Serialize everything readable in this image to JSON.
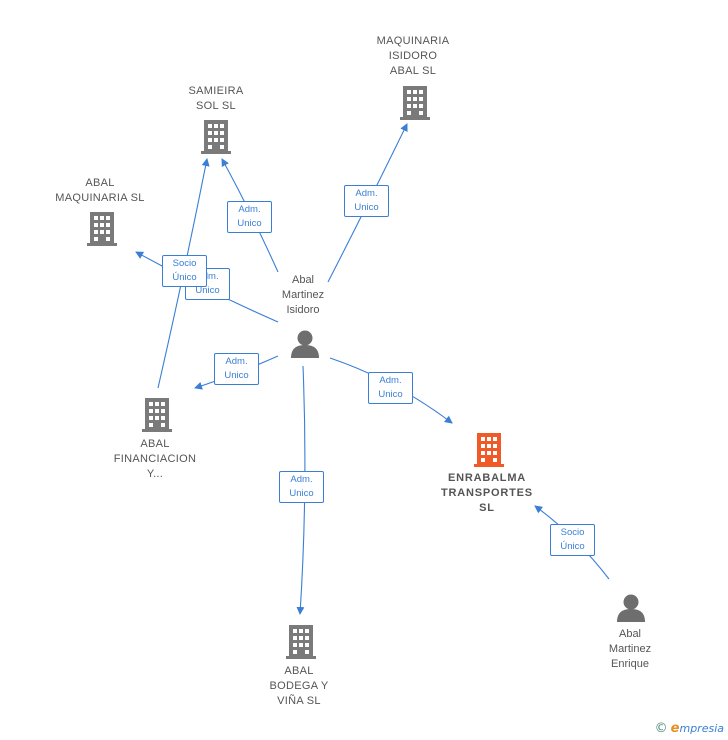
{
  "colors": {
    "edge": "#3a7fd5",
    "company": "#7a7a7a",
    "focus_company": "#f05a28",
    "person": "#6e6e6e",
    "label": "#555555"
  },
  "nodes": {
    "maquinaria_isidoro": {
      "label": "MAQUINARIA\nISIDORO\nABAL  SL",
      "icon": "building-icon"
    },
    "samieira": {
      "label": "SAMIEIRA\nSOL  SL",
      "icon": "building-icon"
    },
    "abal_maquinaria": {
      "label": "ABAL\nMAQUINARIA SL",
      "icon": "building-icon"
    },
    "abal_financiacion": {
      "label": "ABAL\nFINANCIACION\nY...",
      "icon": "building-icon"
    },
    "enrabalma": {
      "label": "ENRABALMA\nTRANSPORTES\nSL",
      "icon": "building-icon"
    },
    "abal_bodega": {
      "label": "ABAL\nBODEGA Y\nVIÑA  SL",
      "icon": "building-icon"
    },
    "isidoro": {
      "label": "Abal\nMartinez\nIsidoro",
      "icon": "person-icon"
    },
    "enrique": {
      "label": "Abal\nMartinez\nEnrique",
      "icon": "person-icon"
    }
  },
  "edges": {
    "isidoro_samieira": "Adm.\nUnico",
    "isidoro_maquinaria_isidoro": "Adm.\nUnico",
    "isidoro_abal_maquinaria_adm": "Adm.\nUnico",
    "financiacion_samieira": "Socio\nÚnico",
    "isidoro_financiacion": "Adm.\nUnico",
    "isidoro_enrabalma": "Adm.\nUnico",
    "isidoro_bodega": "Adm.\nUnico",
    "enrique_enrabalma": "Socio\nÚnico"
  },
  "footer": {
    "copyright": "©",
    "brand_first": "e",
    "brand_rest": "mpresia"
  }
}
